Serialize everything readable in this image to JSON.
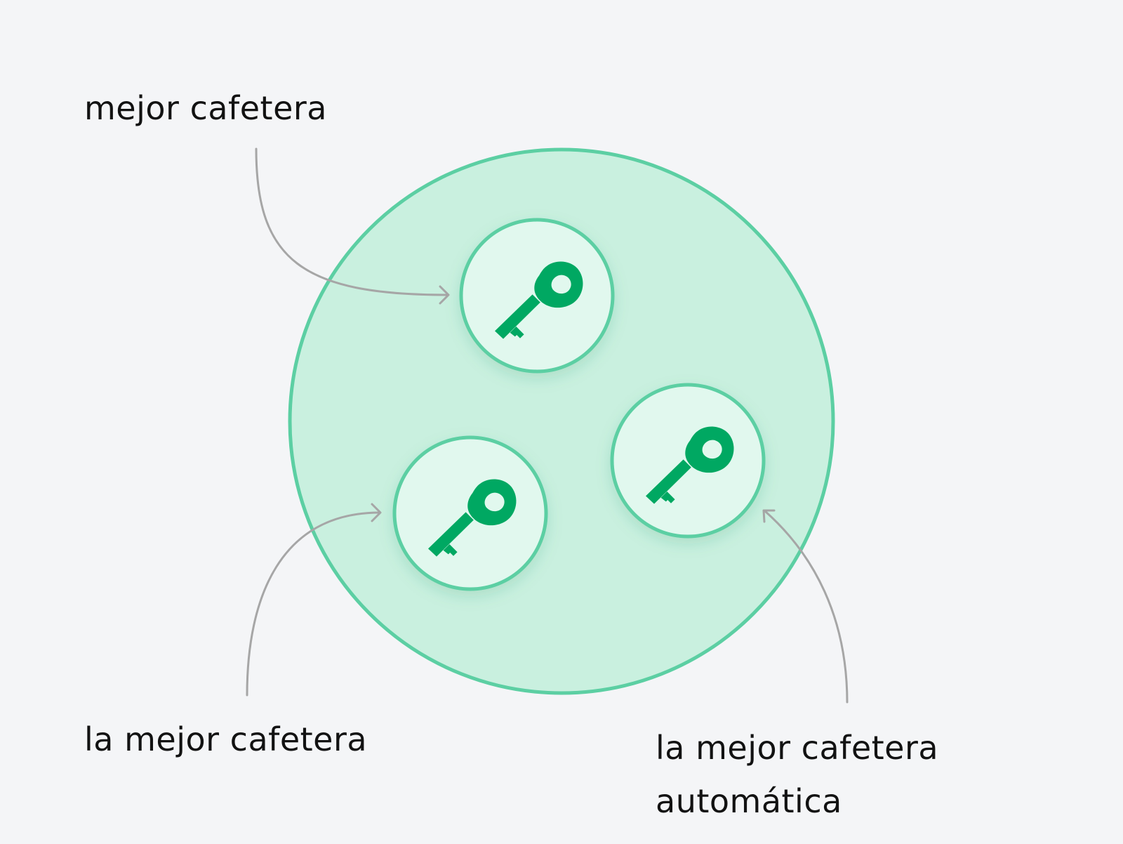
{
  "labels": {
    "top": "mejor cafetera",
    "bottom_left": "la mejor cafetera",
    "bottom_right_line1": "la mejor cafetera",
    "bottom_right_line2": "automática"
  },
  "icons": {
    "key_nodes": [
      "key-icon",
      "key-icon",
      "key-icon"
    ],
    "arrows": [
      "arrow-icon",
      "arrow-icon",
      "arrow-icon"
    ]
  },
  "colors": {
    "background": "#f4f5f7",
    "outer_fill": "#c9f0df",
    "outer_stroke": "#5ccfa3",
    "node_fill": "#e1f8ee",
    "node_stroke": "#5ccfa3",
    "key": "#00a862",
    "arrow": "#a6a6a6",
    "text": "#121212"
  }
}
